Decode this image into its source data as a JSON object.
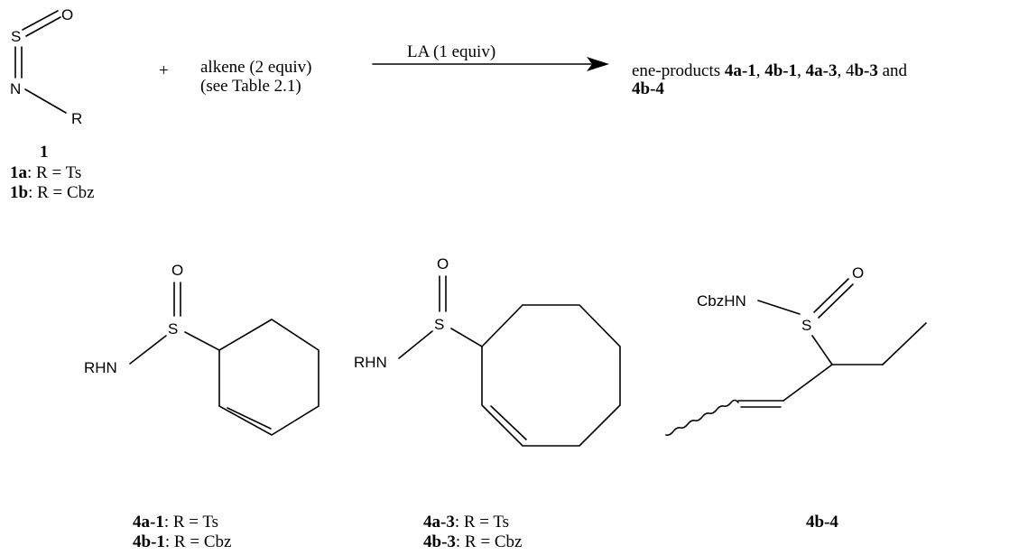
{
  "reaction": {
    "plus": "+",
    "reagent_line1": "alkene (2 equiv)",
    "reagent_line2": "(see Table 2.1)",
    "arrow_condition": "LA (1 equiv)",
    "products_prefix": "ene-products ",
    "products_p1": "4a-1",
    "products_sep1": ", ",
    "products_p2": "4b-1",
    "products_sep2": ", ",
    "products_p3": "4a-3",
    "products_sep3": ", 4",
    "products_p4": "b-3",
    "products_and": " and",
    "products_p5": "4b-4"
  },
  "compound1": {
    "atom_S": "S",
    "atom_O": "O",
    "atom_N": "N",
    "atom_R": "R",
    "number": "1",
    "def_a_id": "1a",
    "def_a_text": ": R = Ts",
    "def_b_id": "1b",
    "def_b_text": ": R = Cbz"
  },
  "cyclohexenyl": {
    "atom_O": "O",
    "atom_S": "S",
    "atom_RHN": "RHN",
    "def_a_id": "4a-1",
    "def_a_text": ": R = Ts",
    "def_b_id": "4b-1",
    "def_b_text": ": R = Cbz"
  },
  "cyclooctenyl": {
    "atom_O": "O",
    "atom_S": "S",
    "atom_RHN": "RHN",
    "def_a_id": "4a-3",
    "def_a_text": ": R = Ts",
    "def_b_id": "4b-3",
    "def_b_text": ": R = Cbz"
  },
  "pentenyl": {
    "atom_CbzHN": "CbzHN",
    "atom_S": "S",
    "atom_O": "O",
    "label": "4b-4"
  }
}
